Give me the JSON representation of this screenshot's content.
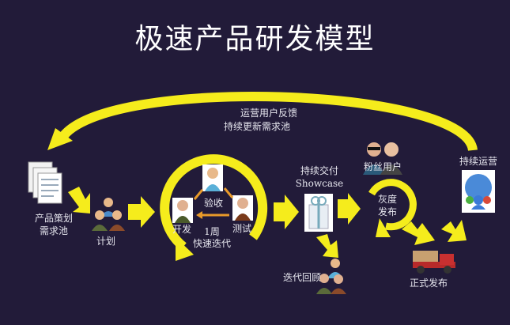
{
  "title": "极速产品研发模型",
  "feedback": {
    "line1": "运营用户反馈",
    "line2": "持续更新需求池"
  },
  "planning_pool": {
    "line1": "产品策划",
    "line2": "需求池"
  },
  "plan": "计划",
  "iteration": {
    "accept": "验收",
    "dev": "开发",
    "test": "测试",
    "period": "1周",
    "label": "快速迭代"
  },
  "delivery": {
    "line1": "持续交付",
    "line2": "Showcase"
  },
  "retro": "迭代回顾",
  "gray_release": {
    "line1": "灰度",
    "line2": "发布"
  },
  "fans": "粉丝用户",
  "release": "正式发布",
  "operations": "持续运营",
  "colors": {
    "background": "#221b39",
    "arrow": "#f5ec1c"
  }
}
